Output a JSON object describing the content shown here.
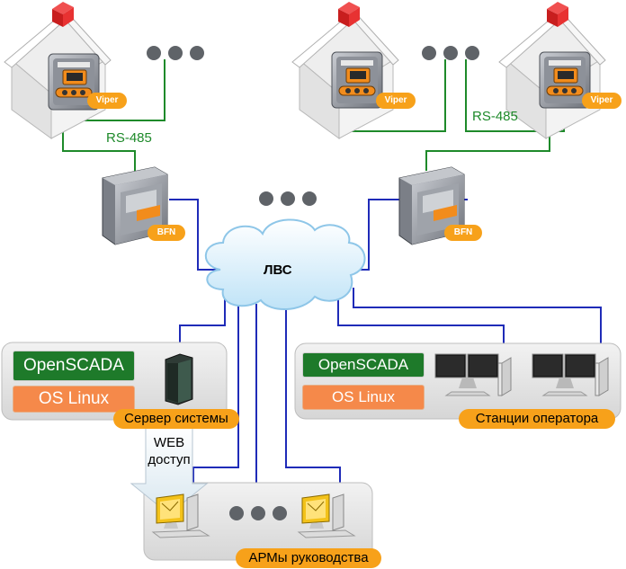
{
  "network": {
    "lan_label": "ЛВС",
    "rs485_left": "RS-485",
    "rs485_right": "RS-485"
  },
  "devices": {
    "viper_label": "Viper",
    "bfn_label": "BFN"
  },
  "server_group": {
    "openscada": "OpenSCADA",
    "os": "OS Linux",
    "caption": "Сервер системы"
  },
  "operator_group": {
    "openscada": "OpenSCADA",
    "os": "OS Linux",
    "caption": "Станции оператора"
  },
  "web_access": {
    "line1": "WEB",
    "line2": "доступ"
  },
  "management_group": {
    "caption": "АРМы руководства"
  },
  "colors": {
    "lan_link": "#1f2bb8",
    "rs485_link": "#1e8a2a",
    "accent_orange": "#f7a11a",
    "openscada_green": "#1e7a2a"
  }
}
